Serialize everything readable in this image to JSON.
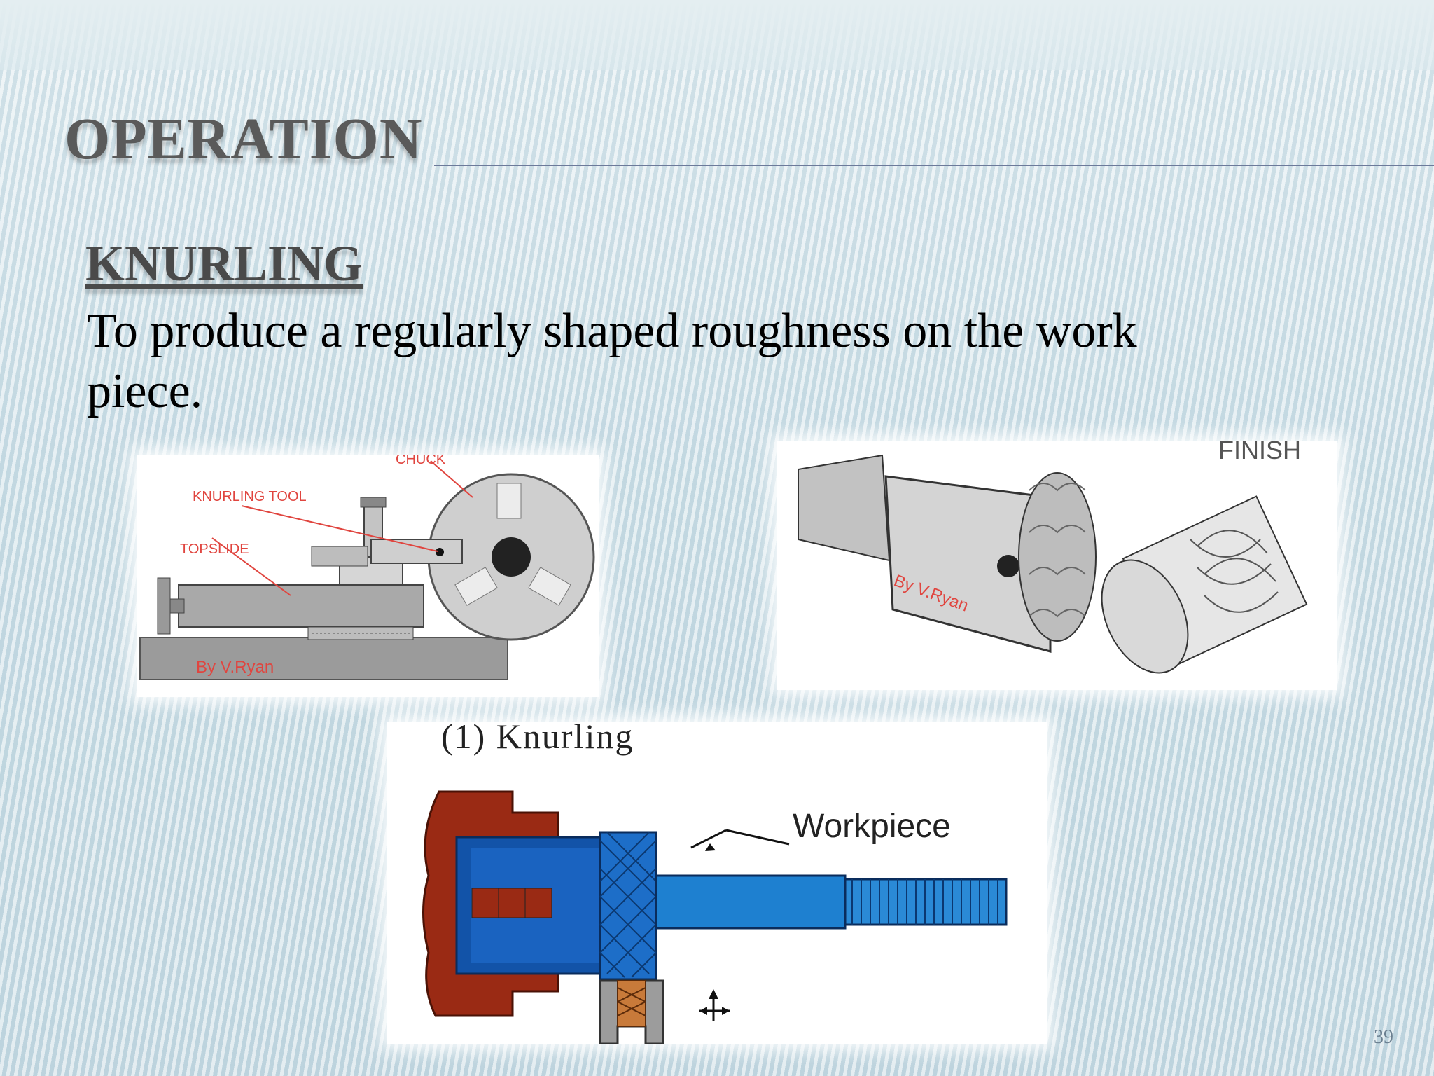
{
  "slide": {
    "title": "OPERATION",
    "subtitle": "KNURLING",
    "body": "To produce a regularly shaped roughness on the work piece.",
    "page_number": "39"
  },
  "figure_lathe": {
    "labels": {
      "chuck": "CHUCK",
      "knurling_tool": "KNURLING TOOL",
      "topslide": "TOPSLIDE",
      "credit": "By V.Ryan"
    },
    "label_color": "#e0453f"
  },
  "figure_finish": {
    "finish_label": "FINISH",
    "credit": "By V.Ryan"
  },
  "figure_workpiece": {
    "caption": "(1)   Knurling",
    "workpiece_label": "Workpiece"
  },
  "colors": {
    "title_gray": "#5a5a5a",
    "chuck_brown": "#9a2a14",
    "workpiece_blue": "#1668b8",
    "knurl_wheel": "#c87a3a"
  }
}
